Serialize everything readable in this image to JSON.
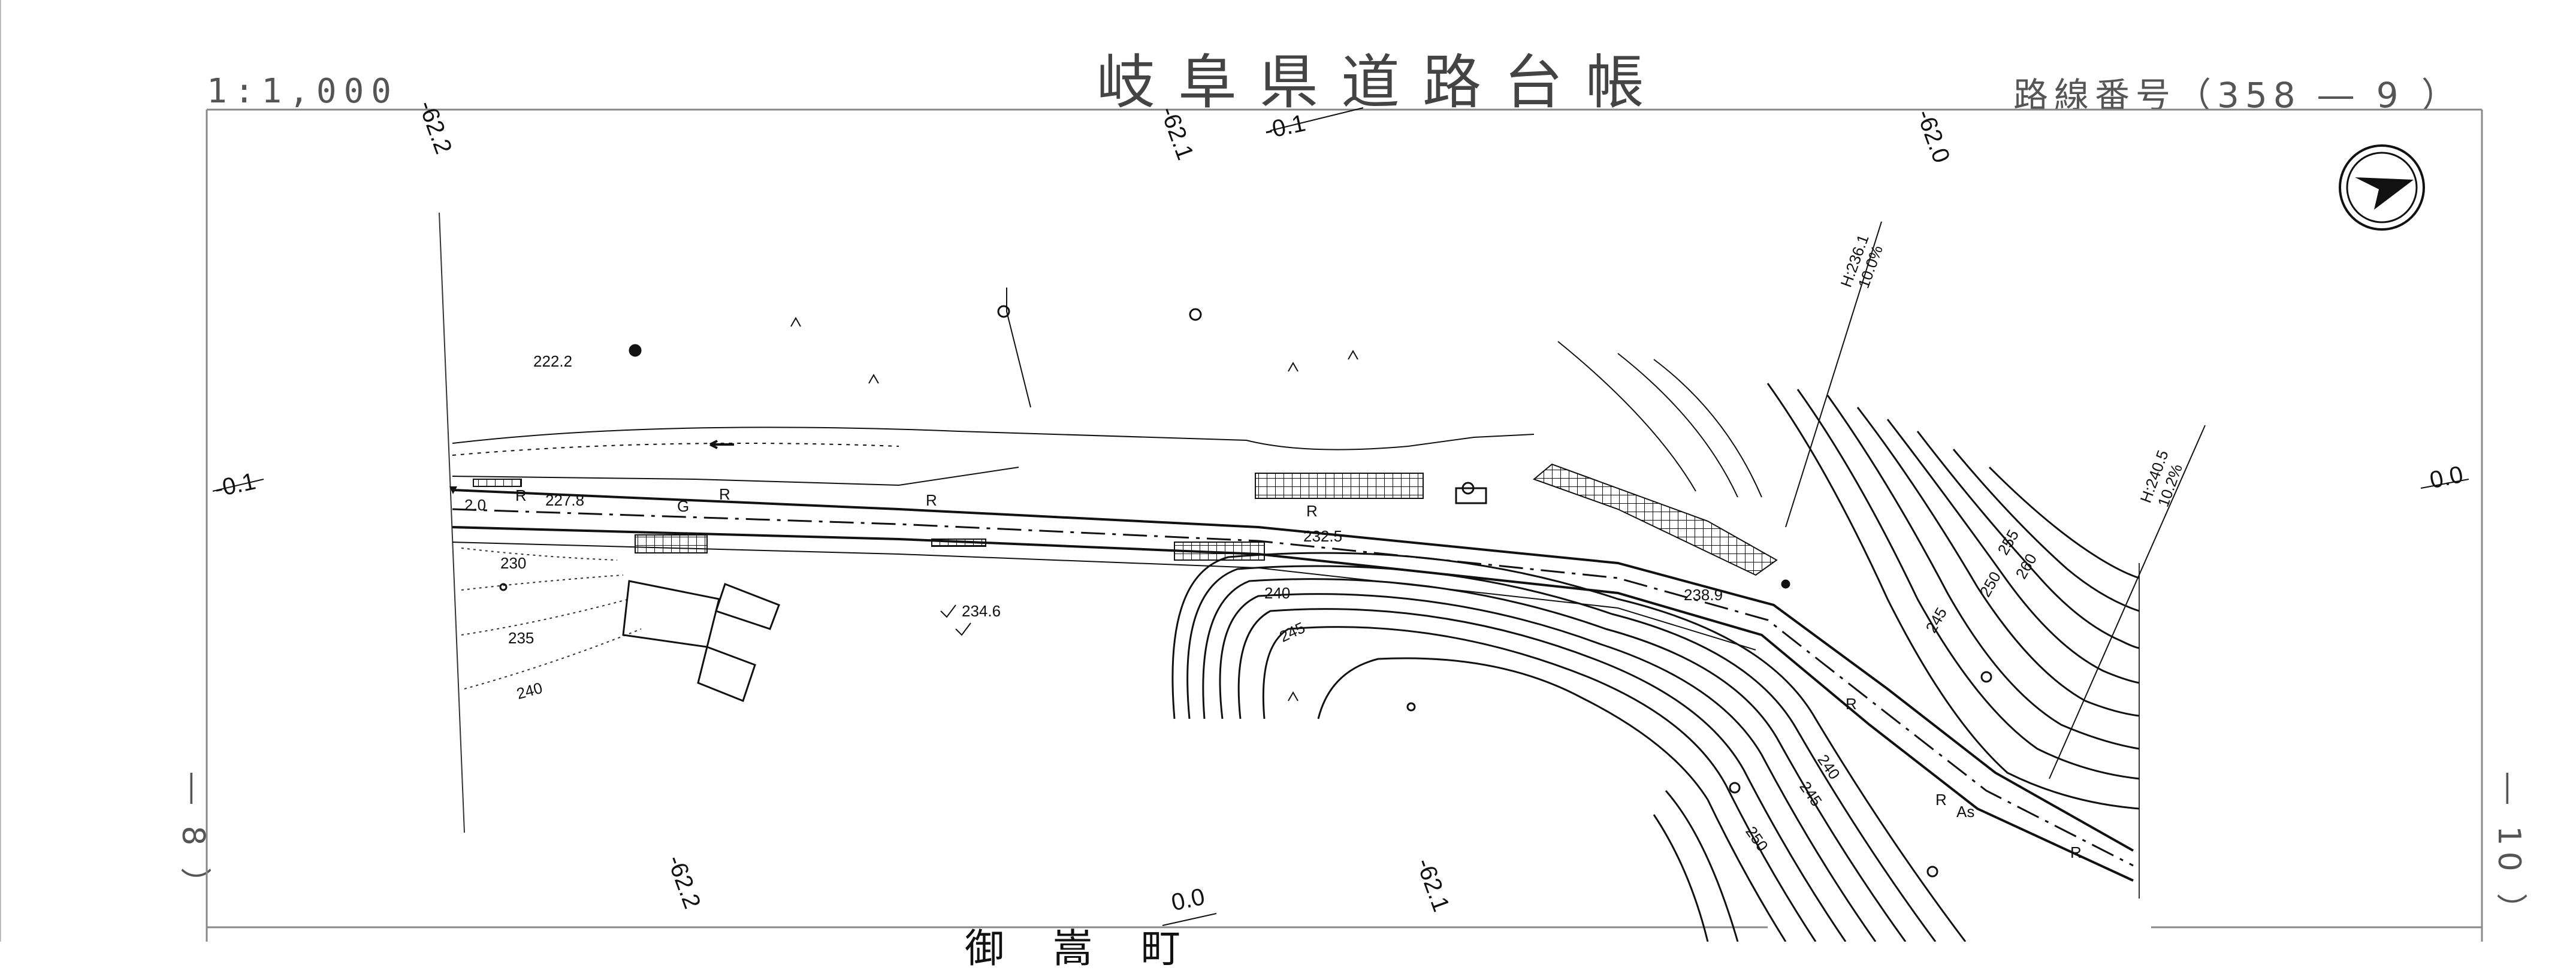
{
  "header": {
    "title": "岐阜県道路台帳",
    "scale": "1:1,000",
    "route": "路線番号（358 ― 9 ）"
  },
  "edges": {
    "left": "― 8 ）",
    "right": "― 10 ）"
  },
  "bottom_text": "御 嵩 町",
  "offset_labels": {
    "top_left": "-62.2",
    "top_mid": "-62.1",
    "top_center_small": "-0.1",
    "top_right": "-62.0",
    "left_mid": "-0.1",
    "right_mid": "0.0",
    "bottom_left": "-62.2",
    "bottom_mid": "0.0",
    "bottom_right": "-62.1"
  },
  "elevations": {
    "e222_2": "222.2",
    "e227_8": "227.8",
    "e232_5": "232.5",
    "e234_6": "234.6",
    "e238_9": "238.9",
    "c230": "230",
    "c235": "235",
    "c240a": "240",
    "c240b": "240",
    "c245a": "245",
    "c245b": "245",
    "c250a": "250",
    "c250b": "250",
    "c255": "255",
    "c260": "260",
    "c240c": "240",
    "c245c": "245"
  },
  "height_marks": {
    "h1": "H:236.1",
    "h1_pct": "10.0%",
    "h2": "H:240.5",
    "h2_pct": "10.2%"
  },
  "road_marks": {
    "r1": "R",
    "r2": "R",
    "r3": "R",
    "r4": "R",
    "r5": "R",
    "r6": "R",
    "r7": "R",
    "as": "As",
    "w": "2.0",
    "g": "G"
  },
  "icons": {
    "north_arrow": "north-arrow-icon"
  }
}
